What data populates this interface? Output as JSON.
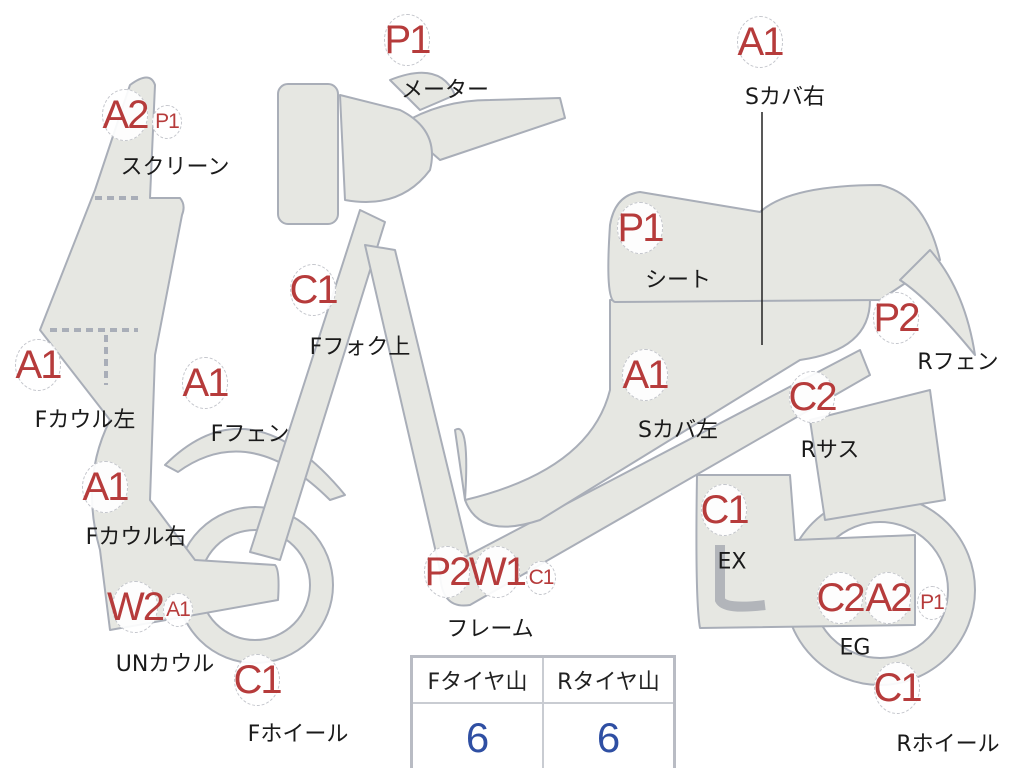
{
  "colors": {
    "body_fill": "#e6e7e2",
    "outline": "#a9aeb8",
    "damage_code": "#b63b3b",
    "tire_value": "#2f4fa3"
  },
  "parts": [
    {
      "label": "スクリーン",
      "codes": [
        "A2",
        "P1"
      ]
    },
    {
      "label": "メーター",
      "codes": [
        "P1"
      ]
    },
    {
      "label": "Sカバ右",
      "codes": [
        "A1"
      ]
    },
    {
      "label": "シート",
      "codes": [
        "P1"
      ]
    },
    {
      "label": "Rフェン",
      "codes": [
        "P2"
      ]
    },
    {
      "label": "Fフォク上",
      "codes": [
        "C1"
      ]
    },
    {
      "label": "Fカウル左",
      "codes": [
        "A1"
      ]
    },
    {
      "label": "Fフェン",
      "codes": [
        "A1"
      ]
    },
    {
      "label": "Sカバ左",
      "codes": [
        "A1"
      ]
    },
    {
      "label": "Rサス",
      "codes": [
        "C2"
      ]
    },
    {
      "label": "Fカウル右",
      "codes": [
        "A1"
      ]
    },
    {
      "label": "EX",
      "codes": [
        "C1"
      ]
    },
    {
      "label": "UNカウル",
      "codes": [
        "W2",
        "A1"
      ]
    },
    {
      "label": "フレーム",
      "codes": [
        "P2",
        "W1",
        "C1"
      ]
    },
    {
      "label": "EG",
      "codes": [
        "C2",
        "A2",
        "P1"
      ]
    },
    {
      "label": "Fホイール",
      "codes": [
        "C1"
      ]
    },
    {
      "label": "Rホイール",
      "codes": [
        "C1"
      ]
    }
  ],
  "tire_table": {
    "headers": [
      "Fタイヤ山",
      "Rタイヤ山"
    ],
    "values": [
      "6",
      "6"
    ]
  }
}
